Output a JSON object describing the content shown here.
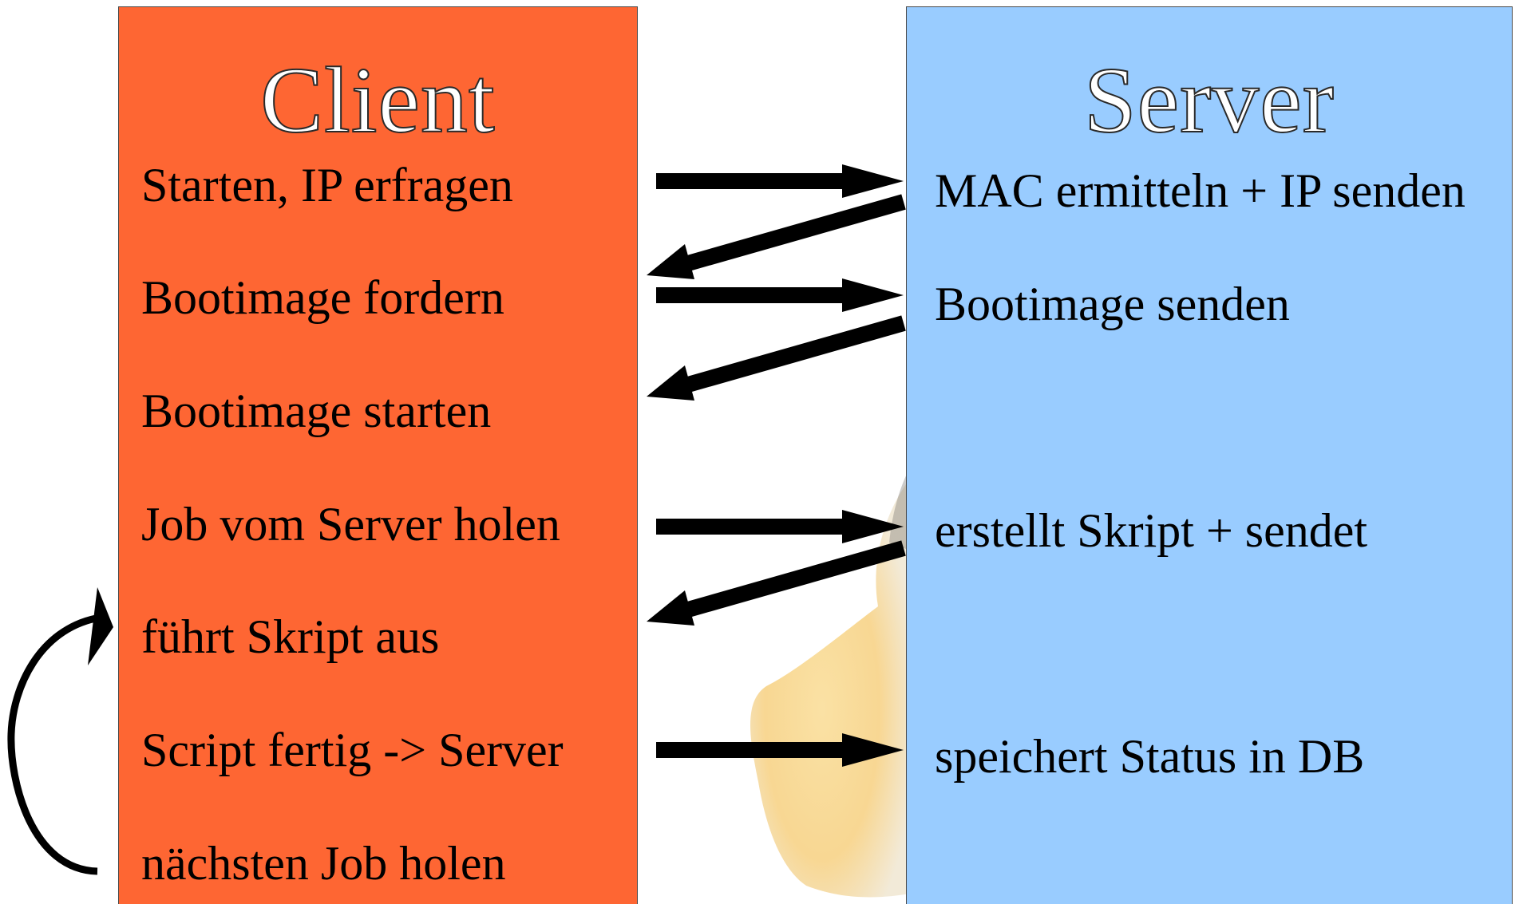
{
  "colors": {
    "client_panel": "#fe6633",
    "server_panel": "#99ccff",
    "arrow": "#000000",
    "panel_border": "#4a4a4a",
    "background_figure": "#f2b63a"
  },
  "client": {
    "title": "Client",
    "steps": [
      "Starten, IP erfragen",
      "Bootimage fordern",
      "Bootimage starten",
      "Job vom Server holen",
      "führt Skript aus",
      "Script fertig -> Server",
      "nächsten Job holen"
    ]
  },
  "server": {
    "title": "Server",
    "steps": [
      "MAC ermitteln + IP senden",
      "Bootimage senden",
      "erstellt Skript + sendet",
      "speichert Status in DB"
    ]
  },
  "arrows": [
    {
      "from": "client.steps.0",
      "to": "server.steps.0",
      "direction": "right"
    },
    {
      "from": "server.steps.0",
      "to": "client.steps.1",
      "direction": "left"
    },
    {
      "from": "client.steps.1",
      "to": "server.steps.1",
      "direction": "right"
    },
    {
      "from": "server.steps.1",
      "to": "client.steps.2",
      "direction": "left"
    },
    {
      "from": "client.steps.3",
      "to": "server.steps.2",
      "direction": "right"
    },
    {
      "from": "server.steps.2",
      "to": "client.steps.4",
      "direction": "left"
    },
    {
      "from": "client.steps.5",
      "to": "server.steps.3",
      "direction": "right"
    },
    {
      "from": "client.steps.6",
      "to": "client.steps.4",
      "direction": "loop"
    }
  ]
}
